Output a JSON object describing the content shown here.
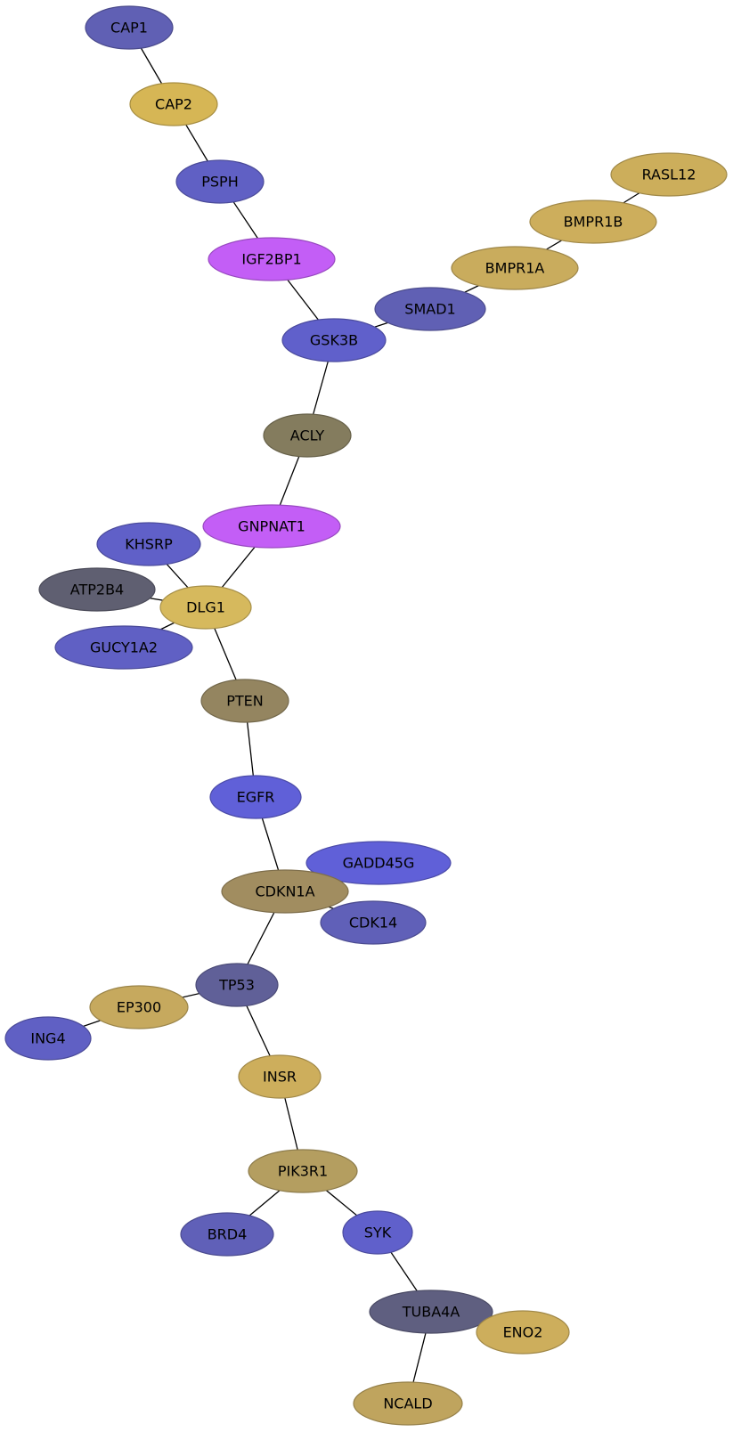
{
  "nodes": [
    {
      "id": "CAP1",
      "label": "CAP1",
      "fill": "#6060b4"
    },
    {
      "id": "CAP2",
      "label": "CAP2",
      "fill": "#d6b655"
    },
    {
      "id": "PSPH",
      "label": "PSPH",
      "fill": "#6060c4"
    },
    {
      "id": "IGF2BP1",
      "label": "IGF2BP1",
      "fill": "#c35ef6"
    },
    {
      "id": "RASL12",
      "label": "RASL12",
      "fill": "#ccae5b"
    },
    {
      "id": "BMPR1B",
      "label": "BMPR1B",
      "fill": "#cdae5c"
    },
    {
      "id": "BMPR1A",
      "label": "BMPR1A",
      "fill": "#c9ac5d"
    },
    {
      "id": "SMAD1",
      "label": "SMAD1",
      "fill": "#6060b4"
    },
    {
      "id": "GSK3B",
      "label": "GSK3B",
      "fill": "#6060cb"
    },
    {
      "id": "ACLY",
      "label": "ACLY",
      "fill": "#847c5e"
    },
    {
      "id": "GNPNAT1",
      "label": "GNPNAT1",
      "fill": "#c35ef6"
    },
    {
      "id": "KHSRP",
      "label": "KHSRP",
      "fill": "#6060c8"
    },
    {
      "id": "ATP2B4",
      "label": "ATP2B4",
      "fill": "#5f5f71"
    },
    {
      "id": "DLG1",
      "label": "DLG1",
      "fill": "#d6b95d"
    },
    {
      "id": "GUCY1A2",
      "label": "GUCY1A2",
      "fill": "#6060c4"
    },
    {
      "id": "PTEN",
      "label": "PTEN",
      "fill": "#948560"
    },
    {
      "id": "EGFR",
      "label": "EGFR",
      "fill": "#6060d8"
    },
    {
      "id": "GADD45G",
      "label": "GADD45G",
      "fill": "#6060d8"
    },
    {
      "id": "CDKN1A",
      "label": "CDKN1A",
      "fill": "#a18d60"
    },
    {
      "id": "CDK14",
      "label": "CDK14",
      "fill": "#6060b8"
    },
    {
      "id": "TP53",
      "label": "TP53",
      "fill": "#606098"
    },
    {
      "id": "EP300",
      "label": "EP300",
      "fill": "#c6a95e"
    },
    {
      "id": "ING4",
      "label": "ING4",
      "fill": "#6060c4"
    },
    {
      "id": "INSR",
      "label": "INSR",
      "fill": "#cdae5c"
    },
    {
      "id": "PIK3R1",
      "label": "PIK3R1",
      "fill": "#b49e60"
    },
    {
      "id": "BRD4",
      "label": "BRD4",
      "fill": "#6060b8"
    },
    {
      "id": "SYK",
      "label": "SYK",
      "fill": "#6060cb"
    },
    {
      "id": "TUBA4A",
      "label": "TUBA4A",
      "fill": "#5f5f80"
    },
    {
      "id": "ENO2",
      "label": "ENO2",
      "fill": "#cdae5c"
    },
    {
      "id": "NCALD",
      "label": "NCALD",
      "fill": "#bfa45e"
    }
  ],
  "edges": [
    [
      "CAP1",
      "CAP2"
    ],
    [
      "CAP2",
      "PSPH"
    ],
    [
      "PSPH",
      "IGF2BP1"
    ],
    [
      "IGF2BP1",
      "GSK3B"
    ],
    [
      "RASL12",
      "BMPR1B"
    ],
    [
      "BMPR1B",
      "BMPR1A"
    ],
    [
      "BMPR1A",
      "SMAD1"
    ],
    [
      "SMAD1",
      "GSK3B"
    ],
    [
      "GSK3B",
      "ACLY"
    ],
    [
      "ACLY",
      "GNPNAT1"
    ],
    [
      "GNPNAT1",
      "DLG1"
    ],
    [
      "KHSRP",
      "DLG1"
    ],
    [
      "ATP2B4",
      "DLG1"
    ],
    [
      "GUCY1A2",
      "DLG1"
    ],
    [
      "DLG1",
      "PTEN"
    ],
    [
      "PTEN",
      "EGFR"
    ],
    [
      "EGFR",
      "CDKN1A"
    ],
    [
      "GADD45G",
      "CDKN1A"
    ],
    [
      "CDKN1A",
      "CDK14"
    ],
    [
      "CDKN1A",
      "TP53"
    ],
    [
      "TP53",
      "EP300"
    ],
    [
      "EP300",
      "ING4"
    ],
    [
      "TP53",
      "INSR"
    ],
    [
      "INSR",
      "PIK3R1"
    ],
    [
      "PIK3R1",
      "BRD4"
    ],
    [
      "PIK3R1",
      "SYK"
    ],
    [
      "SYK",
      "TUBA4A"
    ],
    [
      "TUBA4A",
      "ENO2"
    ],
    [
      "TUBA4A",
      "NCALD"
    ]
  ]
}
